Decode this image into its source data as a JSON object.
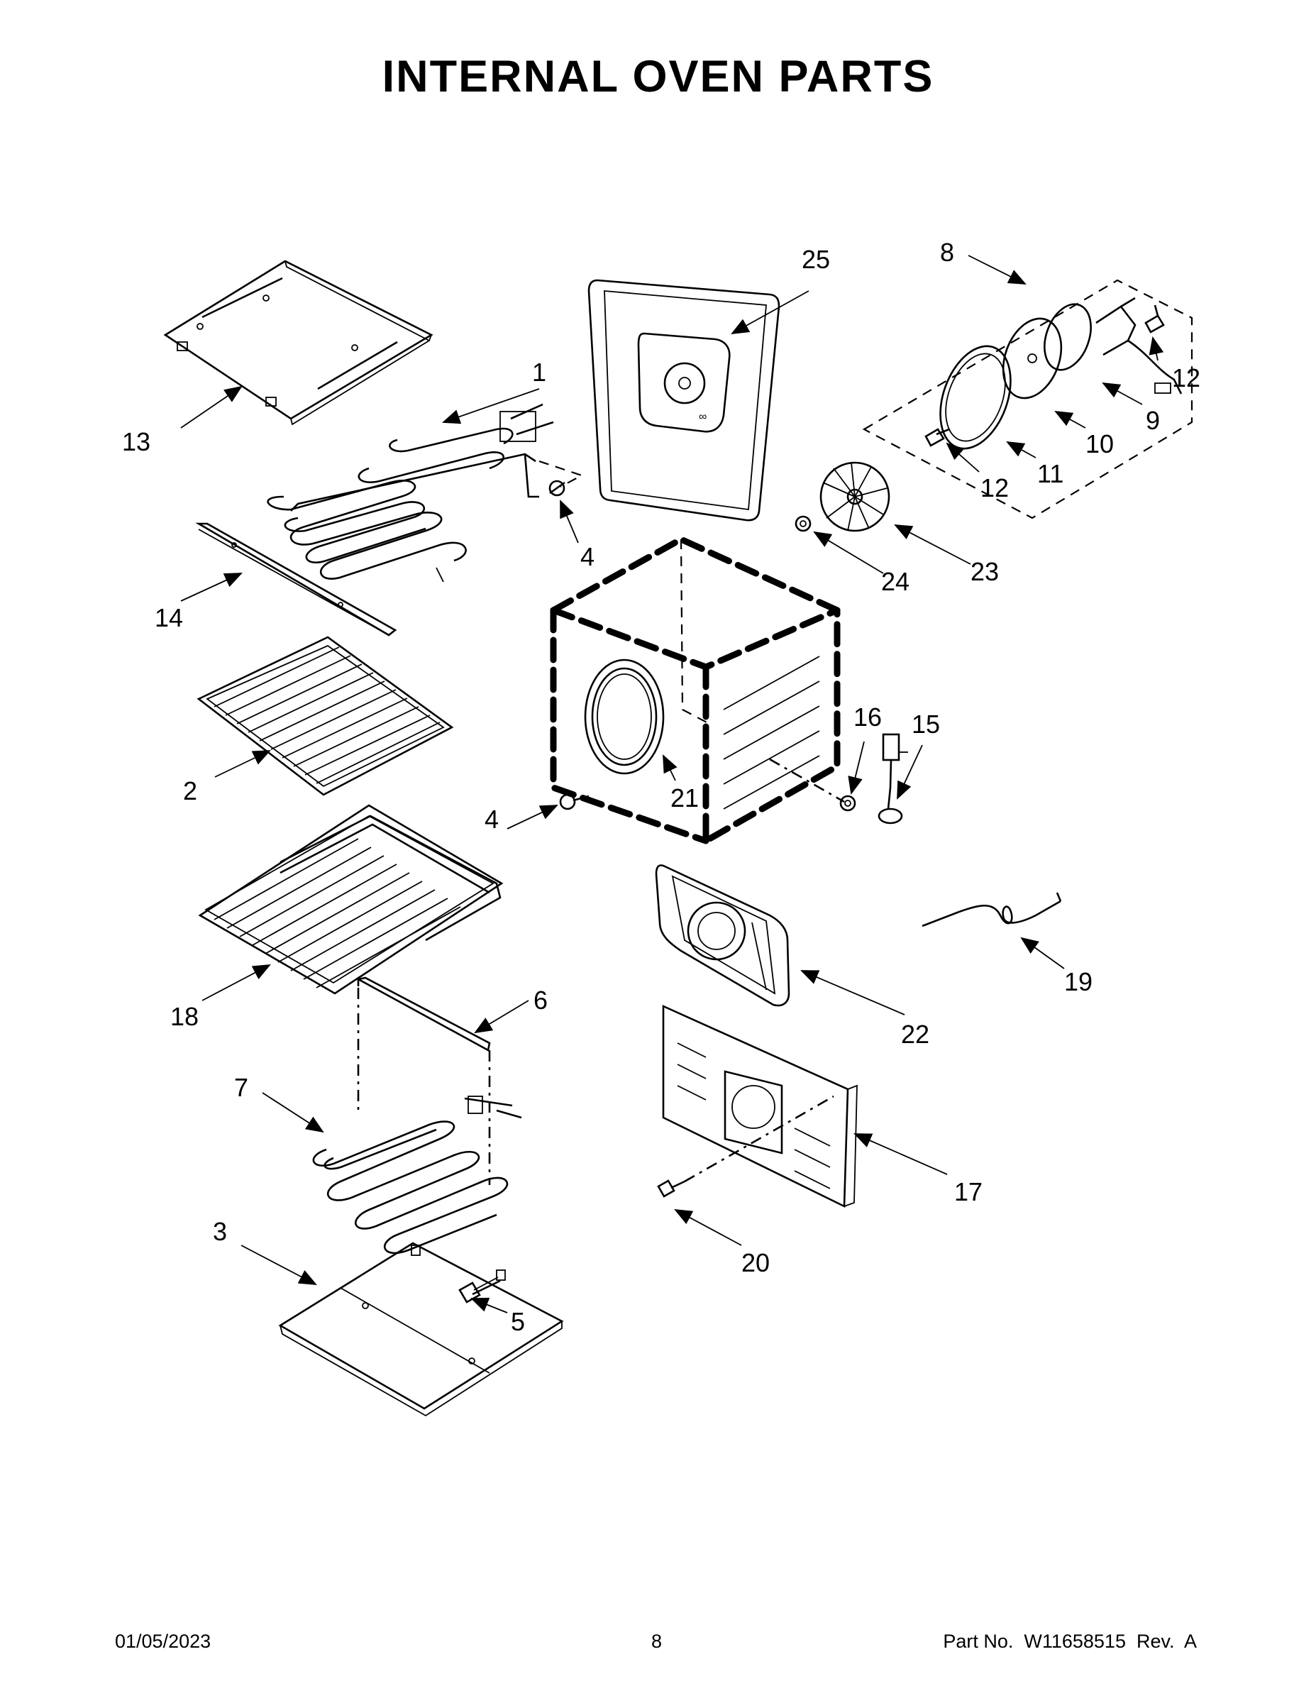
{
  "title": "INTERNAL OVEN PARTS",
  "callouts": [
    "1",
    "2",
    "3",
    "4",
    "4",
    "5",
    "6",
    "7",
    "8",
    "9",
    "10",
    "11",
    "12",
    "12",
    "13",
    "14",
    "15",
    "16",
    "17",
    "18",
    "19",
    "20",
    "21",
    "22",
    "23",
    "24",
    "25"
  ],
  "footer": {
    "date": "01/05/2023",
    "page": "8",
    "part_no": "Part No.  W11658515  Rev.  A"
  }
}
